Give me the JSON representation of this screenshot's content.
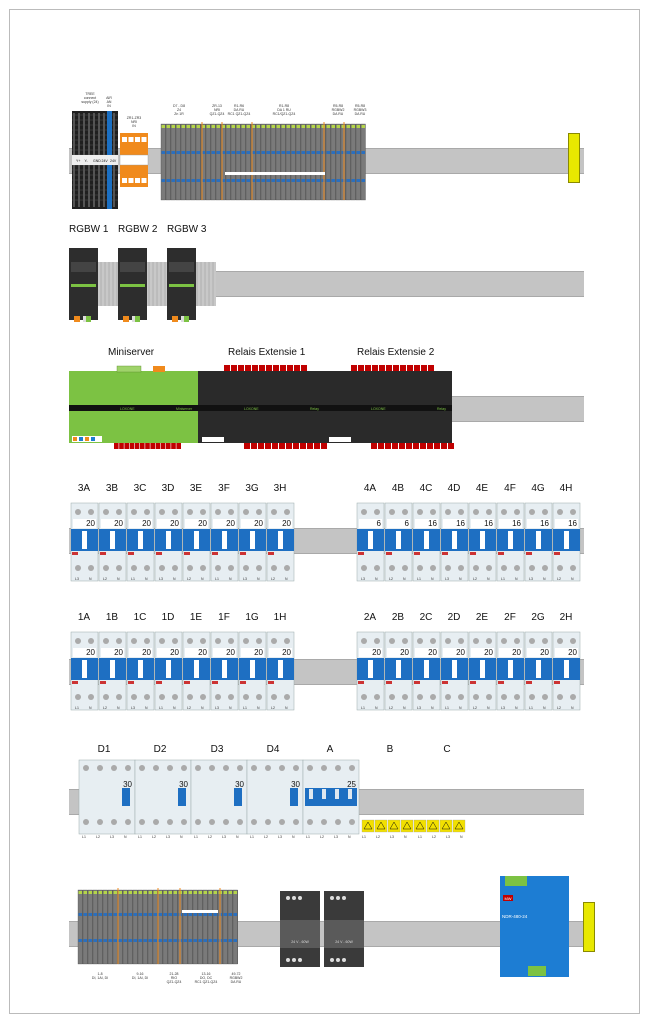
{
  "rows": {
    "row1": {
      "labels_left": [
        "TREE\nconnect\nsupply (24)",
        "AIR\nAN\nIN"
      ],
      "labels_mid": [
        "ZR1-ZR3\nNRI\nIN"
      ],
      "labels_right": [
        "D7 - D8\nZ4\nZn 1R",
        "ZR-13\nNRI\nQZ1-QZ4",
        "R1-R6\nDA RU\nRC1 QZ1-QZ4",
        "R1-R8\nDA 1 RU\nRC1/QZ1-QZ4",
        "R5-R8\nRGBW2\nDA RU",
        "R5-R8\nRGBW3\nDA RU"
      ],
      "terminal_labels": [
        "Y+",
        "Y-",
        "GND",
        "24V",
        "24V"
      ]
    },
    "row2": {
      "labels": [
        "RGBW 1",
        "RGBW 2",
        "RGBW 3"
      ]
    },
    "row3": {
      "labels": [
        "Miniserver",
        "Relais Extensie 1",
        "Relais Extensie 2"
      ],
      "brand": "LOXONE",
      "module_names": [
        "Miniserver",
        "Relay",
        "Relay"
      ]
    },
    "row4": {
      "left": {
        "names": [
          "3A",
          "3B",
          "3C",
          "3D",
          "3E",
          "3F",
          "3G",
          "3H"
        ],
        "ratings": [
          "20",
          "20",
          "20",
          "20",
          "20",
          "20",
          "20",
          "20"
        ]
      },
      "right": {
        "names": [
          "4A",
          "4B",
          "4C",
          "4D",
          "4E",
          "4F",
          "4G",
          "4H"
        ],
        "ratings": [
          "6",
          "6",
          "16",
          "16",
          "16",
          "16",
          "16",
          "16"
        ]
      },
      "terminals": [
        "L3",
        "N",
        "L2",
        "N",
        "L1",
        "N",
        "L3",
        "N",
        "L2",
        "N",
        "L1",
        "N",
        "L3",
        "N",
        "L2",
        "N"
      ]
    },
    "row5": {
      "left": {
        "names": [
          "1A",
          "1B",
          "1C",
          "1D",
          "1E",
          "1F",
          "1G",
          "1H"
        ],
        "ratings": [
          "20",
          "20",
          "20",
          "20",
          "20",
          "20",
          "20",
          "20"
        ]
      },
      "right": {
        "names": [
          "2A",
          "2B",
          "2C",
          "2D",
          "2E",
          "2F",
          "2G",
          "2H"
        ],
        "ratings": [
          "20",
          "20",
          "20",
          "20",
          "20",
          "20",
          "20",
          "20"
        ]
      },
      "terminals": [
        "L1",
        "N",
        "L2",
        "N",
        "L3",
        "N",
        "L1",
        "N",
        "L2",
        "N",
        "L3",
        "N",
        "L1",
        "N",
        "L2",
        "N"
      ]
    },
    "row6": {
      "names": [
        "D1",
        "D2",
        "D3",
        "D4",
        "A",
        "B",
        "C"
      ],
      "ratings": [
        "30",
        "30",
        "30",
        "30",
        "25"
      ],
      "terminals": [
        "L1",
        "L2",
        "L3",
        "N",
        "L1",
        "L2",
        "L3",
        "N",
        "L1",
        "L2",
        "L3",
        "N",
        "L1",
        "L2",
        "L3",
        "N",
        "L1",
        "L2",
        "L3",
        "N",
        "L1",
        "L2",
        "L3",
        "N",
        "L1",
        "L2",
        "L3",
        "N"
      ]
    },
    "row7": {
      "labels": [
        "1-8\nDI, 1AI, DI",
        "9-16\nDI, 1AI, DI",
        "21-28\nRIO\nQZ1-QZ4",
        "13-16\nDO, DC\nRC1 QZ1-QZ4",
        "49-72\nRGBW2\nDA RU"
      ],
      "psu_label": "24 V - 60W",
      "meanwell_model": "NDR-480-24",
      "meanwell_brand": "MW"
    }
  },
  "colors": {
    "rail": "#c4c4c4",
    "breaker_blue": "#1e6fc2",
    "loxone_green": "#7cc243",
    "module_dark": "#2a2a2a",
    "terminal_red": "#c00000",
    "warning_yellow": "#f2e000",
    "psu_blue": "#1d7dd3"
  }
}
